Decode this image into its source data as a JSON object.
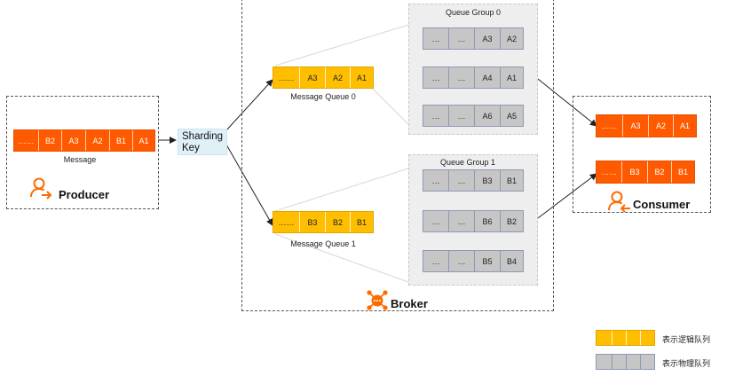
{
  "producer": {
    "label": "Producer",
    "message_label": "Message",
    "cells": [
      "……",
      "B2",
      "A3",
      "A2",
      "B1",
      "A1"
    ]
  },
  "sharding_key": "Sharding Key",
  "message_queues": [
    {
      "label": "Message Queue 0",
      "cells": [
        "……",
        "A3",
        "A2",
        "A1"
      ]
    },
    {
      "label": "Message Queue 1",
      "cells": [
        "……",
        "B3",
        "B2",
        "B1"
      ]
    }
  ],
  "queue_groups": [
    {
      "label": "Queue Group 0",
      "queues": [
        [
          "…",
          "…",
          "A3",
          "A2"
        ],
        [
          "…",
          "…",
          "A4",
          "A1"
        ],
        [
          "…",
          "…",
          "A6",
          "A5"
        ]
      ]
    },
    {
      "label": "Queue Group 1",
      "queues": [
        [
          "…",
          "…",
          "B3",
          "B1"
        ],
        [
          "…",
          "…",
          "B6",
          "B2"
        ],
        [
          "…",
          "…",
          "B5",
          "B4"
        ]
      ]
    }
  ],
  "broker": {
    "label": "Broker",
    "icon": "broker-icon"
  },
  "consumer": {
    "label": "Consumer",
    "queues": [
      [
        "……",
        "A3",
        "A2",
        "A1"
      ],
      [
        "……",
        "B3",
        "B2",
        "B1"
      ]
    ]
  },
  "legend": {
    "logical": "表示逻辑队列",
    "physical": "表示物理队列"
  },
  "colors": {
    "message": "#ff5a00",
    "logical_queue": "#ffbf00",
    "physical_queue": "#c6c6c6",
    "icon": "#ff6a00"
  }
}
